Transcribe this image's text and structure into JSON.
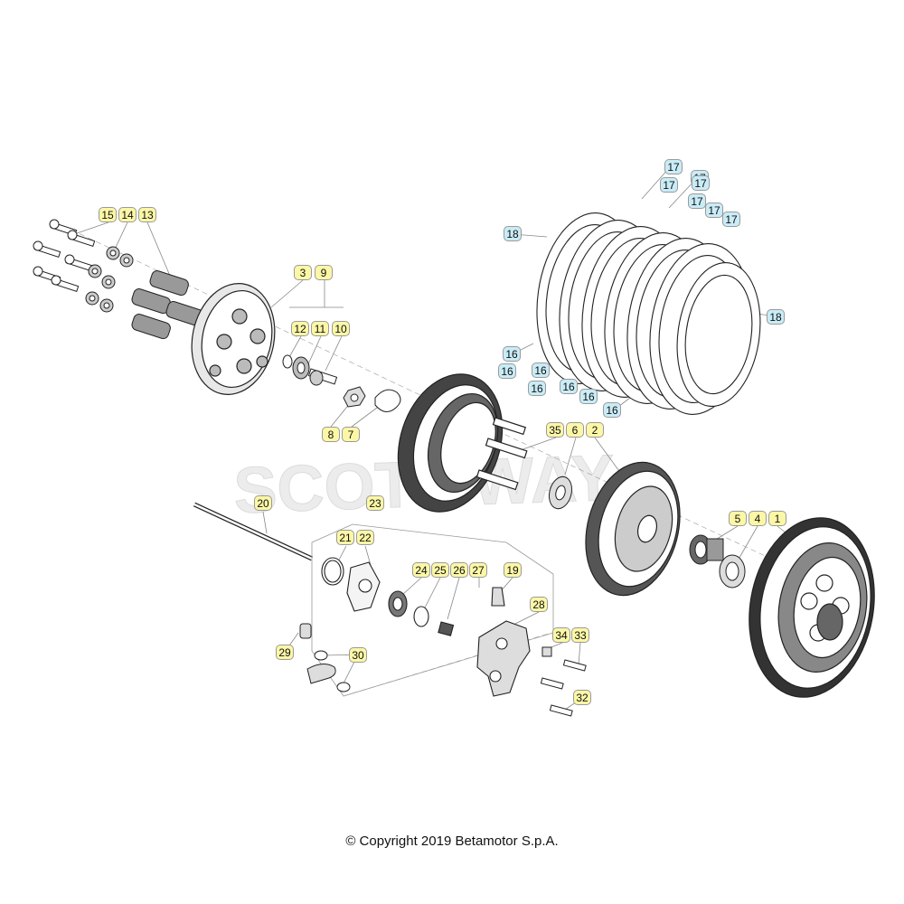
{
  "colors": {
    "callout_yellow": "#fbf7a6",
    "callout_blue": "#c9ecf7",
    "line": "#333333",
    "leader": "#888888",
    "watermark": "#e6e6e6"
  },
  "callouts": {
    "c1": "1",
    "c2": "2",
    "c3": "3",
    "c4": "4",
    "c5": "5",
    "c6": "6",
    "c7": "7",
    "c8": "8",
    "c9": "9",
    "c10": "10",
    "c11": "11",
    "c12": "12",
    "c13": "13",
    "c14": "14",
    "c15": "15",
    "c16": "16",
    "c17": "17",
    "c18": "18",
    "c19": "19",
    "c20": "20",
    "c21": "21",
    "c22": "22",
    "c23": "23",
    "c24": "24",
    "c25": "25",
    "c26": "26",
    "c27": "27",
    "c28": "28",
    "c29": "29",
    "c30": "30",
    "c32": "32",
    "c33": "33",
    "c34": "34",
    "c35": "35"
  },
  "watermark": "SCOTT WAY",
  "copyright": "© Copyright 2019 Betamotor S.p.A."
}
